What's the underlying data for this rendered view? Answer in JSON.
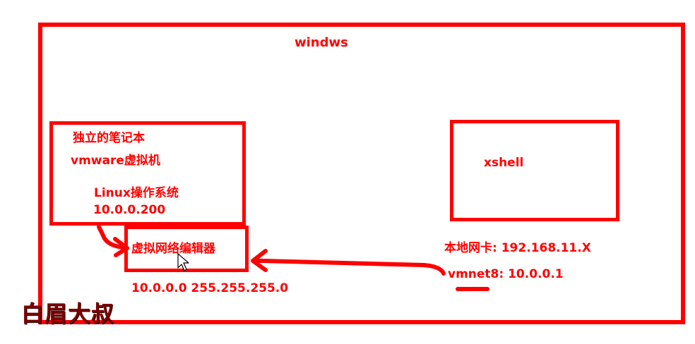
{
  "colors": {
    "stroke": "#ff0000",
    "watermark": "#7a0000",
    "background": "#ffffff"
  },
  "outer": {
    "title": "windws"
  },
  "laptop": {
    "line1": "独立的笔记本",
    "line2": "vmware虚拟机",
    "line3": "Linux操作系统",
    "line4": "10.0.0.200"
  },
  "editor": {
    "label": "虚拟网络编辑器",
    "subnet": "10.0.0.0 255.255.255.0"
  },
  "xshell": {
    "label": "xshell"
  },
  "host": {
    "nic": "本地网卡: 192.168.11.X",
    "vmnet8": "vmnet8:  10.0.0.1"
  },
  "watermark": "白眉大叔",
  "icons": {
    "cursor": "mouse-cursor-icon"
  }
}
